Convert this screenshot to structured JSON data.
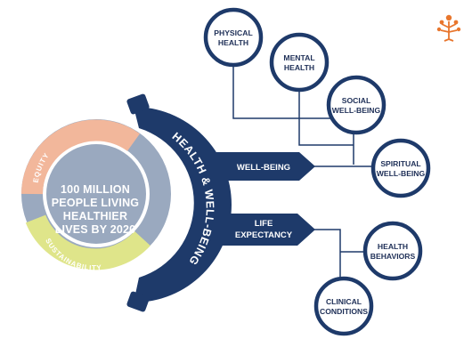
{
  "center": {
    "line1": "100 MILLION",
    "line2": "PEOPLE LIVING",
    "line3": "HEALTHIER",
    "line4": "LIVES BY 2020"
  },
  "ring": {
    "equity": "EQUITY",
    "sustainability": "SUSTAINABILITY",
    "health_well_being": "HEALTH & WELL-BEING"
  },
  "arrows": {
    "well_being": "WELL-BEING",
    "life_expectancy_line1": "LIFE",
    "life_expectancy_line2": "EXPECTANCY"
  },
  "bubbles": {
    "physical_health": [
      "PHYSICAL",
      "HEALTH"
    ],
    "mental_health": [
      "MENTAL",
      "HEALTH"
    ],
    "social_well_being": [
      "SOCIAL",
      "WELL-BEING"
    ],
    "spiritual_well_being": [
      "SPIRITUAL",
      "WELL-BEING"
    ],
    "health_behaviors": [
      "HEALTH",
      "BEHAVIORS"
    ],
    "clinical_conditions": [
      "CLINICAL",
      "CONDITIONS"
    ]
  },
  "colors": {
    "navy": "#1e3a6a",
    "dark_navy": "#1e2f57",
    "orange": "#e8762d",
    "equity_peach": "#f2b79b",
    "sustainability_green": "#dfe58a",
    "steel_blue": "#9aa9bf"
  },
  "icons": {
    "logo": "tree-people-icon"
  }
}
